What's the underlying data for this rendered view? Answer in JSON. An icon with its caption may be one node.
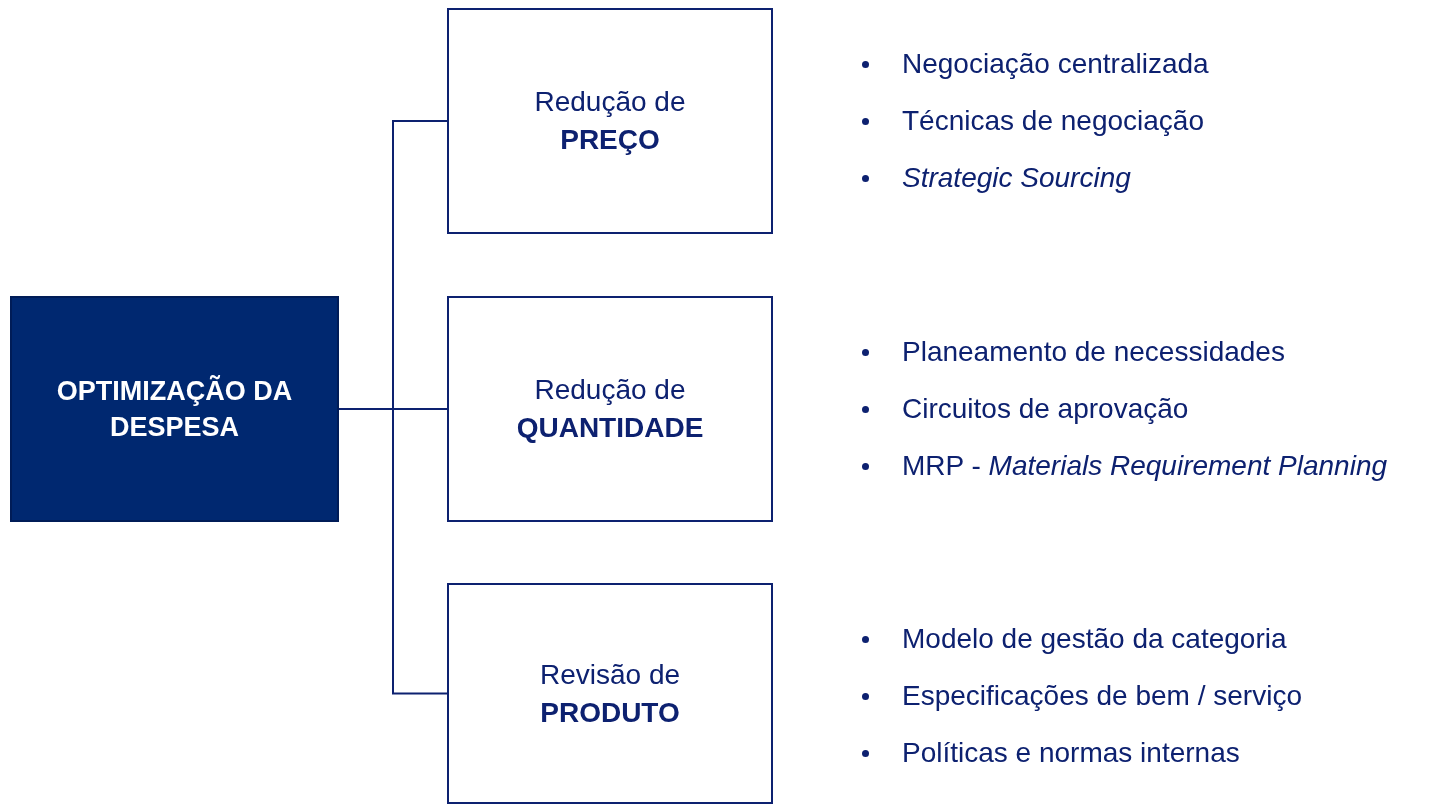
{
  "diagram": {
    "nodes": [
      {
        "text": [
          "OPTIMIZAÇÃO DA DESPESA"
        ]
      },
      {
        "text": [
          "Redução de **PREÇO**"
        ],
        "beside": [
          "Negociação centralizada",
          "Técnicas de negociação",
          "*Strategic Sourcing*"
        ]
      },
      {
        "text": [
          "Redução de **QUANTIDADE**"
        ],
        "beside": [
          "Planeamento de necessidades",
          "Circuitos de aprovação",
          "MRP - *Materials Requirement Planning*"
        ]
      },
      {
        "text": [
          "Revisão de **PRODUTO**"
        ],
        "beside": [
          "Modelo de gestão da categoria",
          "Especificações de bem / serviço",
          "Políticas e normas internas"
        ]
      }
    ],
    "edges": [
      {
        "from": 0,
        "to": 1,
        "arrow": "none"
      },
      {
        "from": 0,
        "to": 2,
        "arrow": "none"
      },
      {
        "from": 0,
        "to": 3,
        "arrow": "none"
      }
    ]
  }
}
